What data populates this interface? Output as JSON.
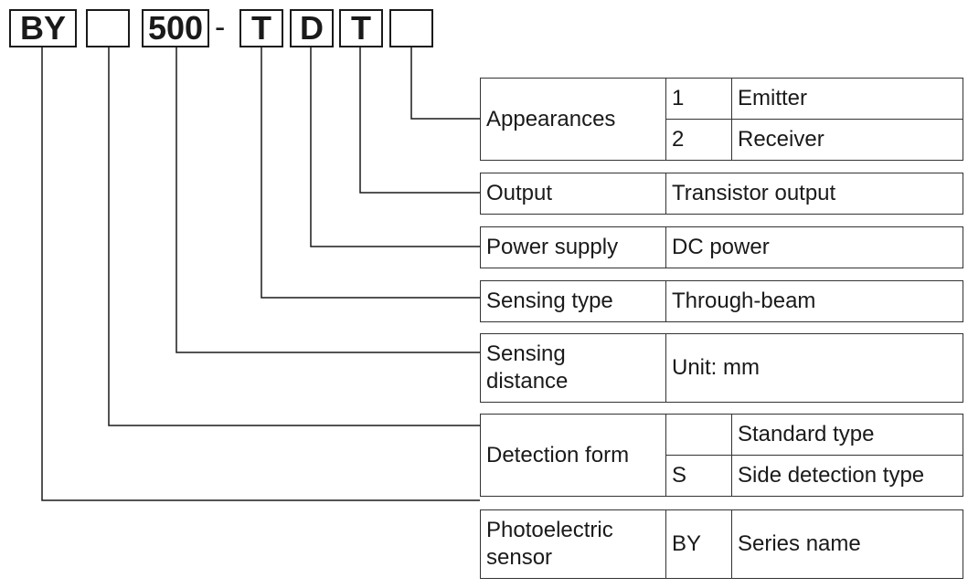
{
  "code_segments": {
    "series": "BY",
    "detection_form": "",
    "distance": "500",
    "separator": "-",
    "sensing_type": "T",
    "power_supply": "D",
    "output": "T",
    "appearance": ""
  },
  "rows": {
    "appearances": {
      "label": "Appearances",
      "options": [
        {
          "code": "1",
          "desc": "Emitter"
        },
        {
          "code": "2",
          "desc": "Receiver"
        }
      ]
    },
    "output": {
      "label": "Output",
      "value": "Transistor output"
    },
    "power_supply": {
      "label": "Power supply",
      "value": "DC power"
    },
    "sensing_type": {
      "label": "Sensing type",
      "value": "Through-beam"
    },
    "sensing_distance": {
      "label_line1": "Sensing",
      "label_line2": "distance",
      "value": "Unit: mm"
    },
    "detection_form": {
      "label": "Detection form",
      "options": [
        {
          "code": "",
          "desc": "Standard type"
        },
        {
          "code": "S",
          "desc": "Side detection type"
        }
      ]
    },
    "series": {
      "label_line1": "Photoelectric",
      "label_line2": "sensor",
      "code": "BY",
      "desc": "Series name"
    }
  },
  "colors": {
    "ink": "#1a1a1a",
    "line": "#333333",
    "background": "#ffffff"
  }
}
